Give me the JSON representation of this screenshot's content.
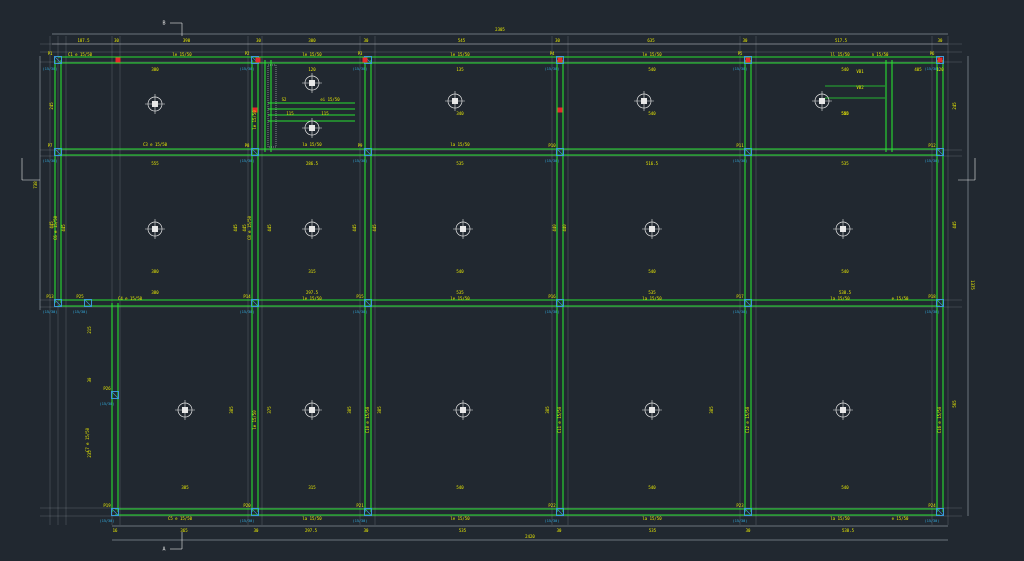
{
  "colors": {
    "background": "#212830",
    "beam": "#27e030",
    "axis": "#b8bec6",
    "dim_text": "#f0f000",
    "label_text": "#f0f000",
    "pillar": "#3a9bd8",
    "pillar_red": "#e8262a",
    "pillar_label": "#34b4e8",
    "symbol": "#e8e8e8"
  },
  "dimensions": {
    "total_top": "2305",
    "total_bottom": "2420",
    "total_right": "1375",
    "left_small": "738",
    "top_spans": [
      "187.5",
      "30",
      "390",
      "30",
      "300",
      "30",
      "545",
      "30",
      "635",
      "30",
      "517.5",
      "30"
    ],
    "bottom_spans": [
      "16",
      "365",
      "30",
      "297.5",
      "30",
      "535",
      "30",
      "535",
      "30",
      "538.5"
    ],
    "left_spans": [
      "245",
      "445",
      "215",
      "30",
      "235"
    ],
    "right_spans": [
      "245",
      "445",
      "565"
    ]
  },
  "cells": {
    "row1": [
      "380",
      "120",
      "135",
      "540",
      "540",
      "405",
      "120"
    ],
    "row1_sub": [
      "115",
      "115",
      "340",
      "540",
      "540",
      "555"
    ],
    "row2_top": [
      "555",
      "286.5",
      "535",
      "516.5",
      "535"
    ],
    "row2": [
      "445",
      "445",
      "445",
      "445",
      "445",
      "445",
      "440",
      "440"
    ],
    "row2_bot": [
      "380",
      "315",
      "540",
      "540",
      "540"
    ],
    "row3_top": [
      "380",
      "297.5",
      "535",
      "535",
      "538.5"
    ],
    "row3": [
      "385",
      "375",
      "385",
      "385",
      "385",
      "385"
    ],
    "row3_bot": [
      "385",
      "315",
      "540",
      "540",
      "540"
    ]
  },
  "beams": {
    "top": [
      "C1 e 15/50",
      "le 15/50",
      "le 15/50",
      "le 15/50",
      "le 15/50",
      "ll 15/50",
      "n 15/50"
    ],
    "mid": [
      "C3 e 15/50",
      "la 15/50",
      "la 15/50"
    ],
    "lower": [
      "C4 e 15/50",
      "le 15/50",
      "le 15/50",
      "la 15/50",
      "la 15/50",
      "e 15/50"
    ],
    "bottom": [
      "C5 e 15/50",
      "la 15/50",
      "le 15/50",
      "la 15/50",
      "la 15/50",
      "e 15/50"
    ],
    "stair": [
      "S2",
      "ei 15/50",
      "VB1",
      "VB2"
    ]
  },
  "pillars": [
    "P1",
    "P2",
    "P3",
    "P4",
    "P5",
    "P6",
    "P7",
    "P8",
    "P9",
    "P10",
    "P11",
    "P12",
    "P13",
    "P14",
    "P15",
    "P16",
    "P17",
    "P18",
    "P19",
    "P20",
    "P21",
    "P22",
    "P23",
    "P24",
    "P25",
    "P26"
  ],
  "pillar_sub": "(15/30)",
  "vertical_beams": [
    "C6 e 15/50",
    "C7 e 15/50",
    "C8 e 15/50",
    "le 15/50",
    "le 15/50",
    "C10 e 15/50",
    "C11 e 15/50",
    "C12 e 15/50",
    "C16 e 15/50"
  ],
  "section_marks": [
    "B",
    "A"
  ]
}
